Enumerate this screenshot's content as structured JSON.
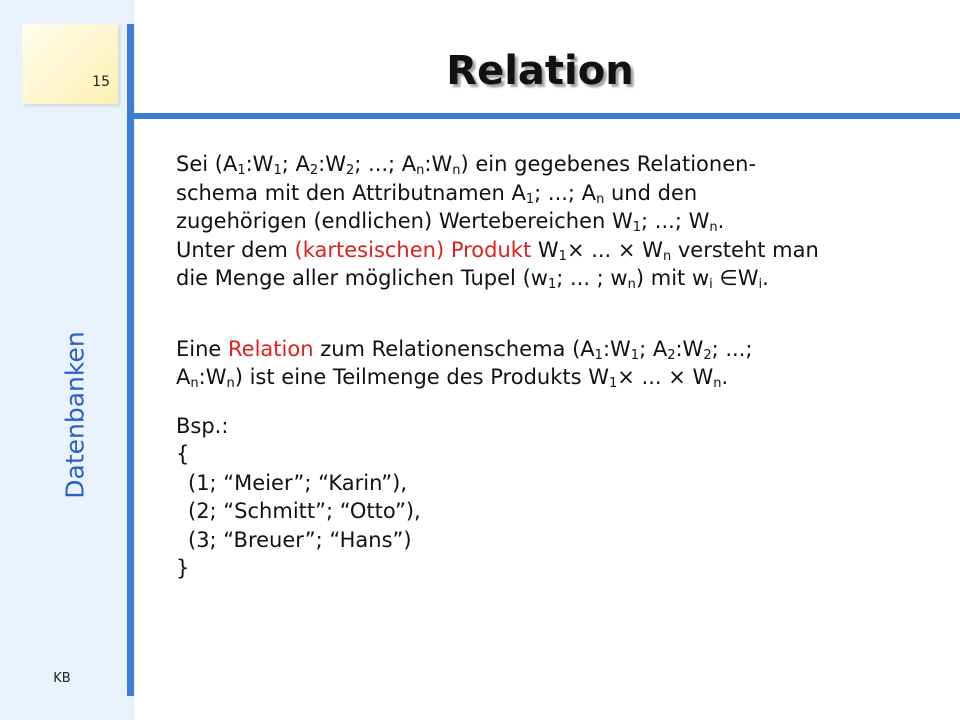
{
  "slide": {
    "number": "15",
    "sidebar_label": "Datenbanken",
    "footer": "KB",
    "title": "Relation"
  },
  "p1": {
    "t01": "Sei (A",
    "s01": "1",
    "t02": ":W",
    "s02": "1",
    "t03": "; A",
    "s03": "2",
    "t04": ":W",
    "s04": "2",
    "t05": "; ...; A",
    "s05": "n",
    "t06": ":W",
    "s06": "n",
    "t07": ") ein gegebenes Relationen-",
    "t08": "schema mit den Attributnamen A",
    "s08": "1",
    "t09": "; ...; A",
    "s09": "n",
    "t10": " und den",
    "t11": "zugehörigen (endlichen) Wertebereichen W",
    "s11": "1",
    "t12": "; ...; W",
    "s12": "n",
    "t13": ".",
    "t14": "Unter dem ",
    "highlight": "(kartesischen) Produkt",
    "t15": " W",
    "s15": "1",
    "t16": "× ... × W",
    "s16": "n",
    "t17": " versteht man",
    "t18": "die Menge aller möglichen Tupel (w",
    "s18": "1",
    "t19": "; ... ; w",
    "s19": "n",
    "t20": ") mit w",
    "s20": "i",
    "t21": " ∈W",
    "s21": "i",
    "t22": "."
  },
  "p2": {
    "t01": "Eine ",
    "highlight": "Relation",
    "t02": "  zum Relationenschema (A",
    "s02": "1",
    "t03": ":W",
    "s03": "1",
    "t04": "; A",
    "s04": "2",
    "t05": ":W",
    "s05": "2",
    "t06": "; ...;",
    "t07": "A",
    "s07": "n",
    "t08": ":W",
    "s08": "n",
    "t09": ") ist eine Teilmenge des Produkts W",
    "s09": "1",
    "t10": "× ... × W",
    "s10": "n",
    "t11": "."
  },
  "example": {
    "label": "Bsp.:",
    "open": "{",
    "rows": [
      "(1; “Meier”; “Karin”),",
      "(2; “Schmitt”; “Otto”),",
      "(3; “Breuer”; “Hans”)"
    ],
    "close": "}"
  }
}
